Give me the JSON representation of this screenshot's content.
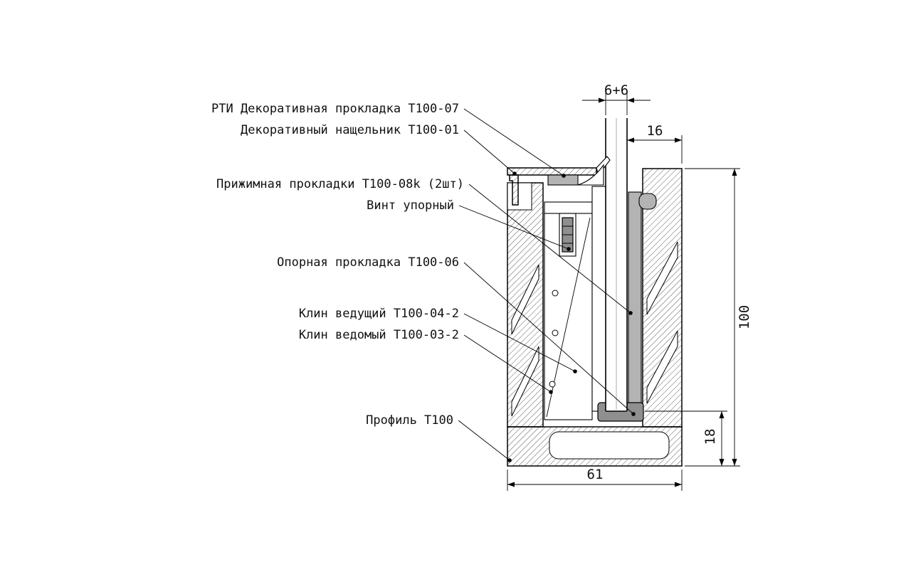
{
  "labels": {
    "rti_gasket": "РТИ Декоративная прокладка Т100-07",
    "cover_strip": "Декоративный нащельник Т100-01",
    "pressure_gasket": "Прижимная прокладки Т100-08k (2шт)",
    "set_screw": "Винт упорный",
    "support_gasket": "Опорная прокладка Т100-06",
    "leading_wedge": "Клин ведущий Т100-04-2",
    "driven_wedge": "Клин ведомый Т100-03-2",
    "profile": "Профиль Т100"
  },
  "dimensions": {
    "glass_thickness": "6+6",
    "top_width": "16",
    "profile_height": "100",
    "bottom_offset": "18",
    "profile_width": "61"
  },
  "colors": {
    "ink": "#000000",
    "gasket_gray": "#b3b3b3",
    "support_gasket_gray": "#8f8f8f",
    "background": "#ffffff"
  }
}
